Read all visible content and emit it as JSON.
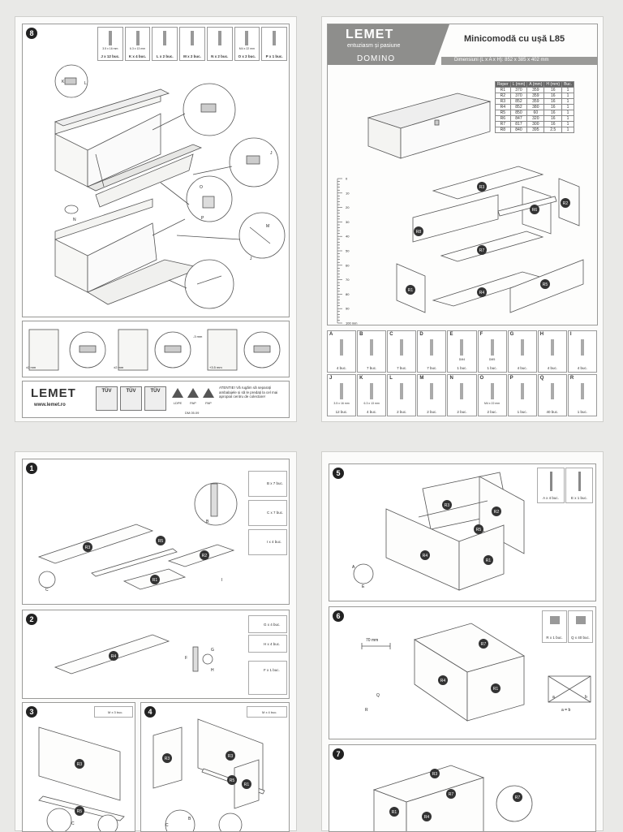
{
  "pages": {
    "tl": {
      "step": "8",
      "hardware": [
        {
          "dim": "3.5 x 16 mm",
          "qty": "J x 12 buc."
        },
        {
          "dim": "6.3 x 13 mm",
          "qty": "K x 4 buc."
        },
        {
          "dim": "",
          "qty": "L x 2 buc."
        },
        {
          "dim": "",
          "qty": "M x 2 buc."
        },
        {
          "dim": "",
          "qty": "N x 2 buc."
        },
        {
          "dim": "M4 x 22 mm",
          "qty": "O x 2 buc."
        },
        {
          "dim": "",
          "qty": "P x 1 buc."
        }
      ],
      "callouts": [
        "K",
        "L",
        "J",
        "O",
        "P",
        "M",
        "J",
        "N"
      ],
      "adjust": [
        "±2 mm",
        "±2 mm",
        "-3 mm",
        "+3.5 mm"
      ],
      "footer": {
        "brand": "LEMET",
        "url": "www.lemet.ro",
        "cert": [
          "TÜV",
          "TÜV",
          "TÜV"
        ],
        "recycle": [
          "LDPE",
          "PAP",
          "PAP"
        ],
        "warning": "ATENTIE! Vă rugăm să separați ambalajele și să le predați la cel mai apropiat centru de colectare!",
        "code": "DM.05.09"
      }
    },
    "tr": {
      "brand": "LEMET",
      "tagline": "entuziasm și pasiune",
      "series": "DOMINO",
      "product": "Minicomodă cu ușă L85",
      "dimensions": "Dimensiuni (L x A x H): 852 x 385 x 402 mm",
      "table_headers": [
        "Reper",
        "L (mm)",
        "A (mm)",
        "H (mm)",
        "Buc."
      ],
      "table_rows": [
        [
          "R1",
          "370",
          "359",
          "16",
          "1"
        ],
        [
          "R2",
          "370",
          "359",
          "16",
          "1"
        ],
        [
          "R3",
          "852",
          "359",
          "16",
          "1"
        ],
        [
          "R4",
          "852",
          "380",
          "16",
          "1"
        ],
        [
          "R5",
          "850",
          "60",
          "16",
          "1"
        ],
        [
          "R6",
          "847",
          "320",
          "16",
          "1"
        ],
        [
          "R7",
          "817",
          "300",
          "16",
          "1"
        ],
        [
          "R8",
          "840",
          "395",
          "2.5",
          "1"
        ]
      ],
      "ruler": [
        "0",
        "10",
        "20",
        "30",
        "40",
        "50",
        "60",
        "70",
        "80",
        "90",
        "100 mm"
      ],
      "parts": [
        "R3",
        "R8",
        "R2",
        "R6",
        "R7",
        "R1",
        "R4",
        "R5"
      ],
      "hardware_top": [
        {
          "l": "A",
          "q": "4 buc."
        },
        {
          "l": "B",
          "q": "7 buc."
        },
        {
          "l": "C",
          "q": "7 buc."
        },
        {
          "l": "D",
          "q": "7 buc."
        },
        {
          "l": "E",
          "q": "1 buc."
        },
        {
          "l": "F",
          "q": "1 buc."
        },
        {
          "l": "G",
          "q": "4 buc."
        },
        {
          "l": "H",
          "q": "4 buc."
        },
        {
          "l": "I",
          "q": "4 buc."
        }
      ],
      "hardware_bottom": [
        {
          "l": "J",
          "q": "12 buc.",
          "d": "3.5 x 16 mm"
        },
        {
          "l": "K",
          "q": "4 buc.",
          "d": "6.3 x 13 mm"
        },
        {
          "l": "L",
          "q": "2 buc.",
          "d": ""
        },
        {
          "l": "M",
          "q": "2 buc.",
          "d": ""
        },
        {
          "l": "N",
          "q": "2 buc.",
          "d": ""
        },
        {
          "l": "O",
          "q": "2 buc.",
          "d": "M4 x 22 mm"
        },
        {
          "l": "P",
          "q": "1 buc.",
          "d": ""
        },
        {
          "l": "Q",
          "q": "40 buc.",
          "d": ""
        },
        {
          "l": "R",
          "q": "1 buc.",
          "d": ""
        }
      ],
      "hex_labels": [
        "DM4",
        "DM5"
      ]
    },
    "bl": {
      "s1": {
        "step": "1",
        "parts": [
          "R3",
          "R5",
          "R2",
          "R1"
        ],
        "callouts": [
          "B",
          "C",
          "I"
        ],
        "qty": [
          "B x 7 buc.",
          "C x 7 buc.",
          "I x 4 buc."
        ]
      },
      "s2": {
        "step": "2",
        "parts": [
          "R4"
        ],
        "callouts": [
          "F",
          "G",
          "H"
        ],
        "qty": [
          "G x 4 buc.",
          "H x 4 buc.",
          "F x 1 buc."
        ]
      },
      "s3": {
        "step": "3",
        "parts": [
          "R3",
          "R5"
        ],
        "callouts": [
          "C"
        ],
        "qty": "M x 3 buc."
      },
      "s4": {
        "step": "4",
        "parts": [
          "R3",
          "R3",
          "R5",
          "R1"
        ],
        "callouts": [
          "C",
          "B"
        ],
        "qty": "M x 4 buc."
      }
    },
    "br": {
      "s5": {
        "step": "5",
        "parts": [
          "R3",
          "R2",
          "R5",
          "R4",
          "R1"
        ],
        "callouts": [
          "A",
          "E"
        ],
        "qty": [
          "A x 4 buc.",
          "E x 1 buc."
        ]
      },
      "s6": {
        "step": "6",
        "parts": [
          "R7",
          "R4",
          "R1"
        ],
        "callouts": [
          "Q",
          "R"
        ],
        "qty": [
          "R x 1 buc.",
          "Q x 40 buc."
        ],
        "measure": "70 mm",
        "diag": [
          "a",
          "b"
        ],
        "diag_eq": "a = b"
      },
      "s7": {
        "step": "7",
        "parts": [
          "R3",
          "R7",
          "R1",
          "R4",
          "R7"
        ]
      }
    }
  }
}
